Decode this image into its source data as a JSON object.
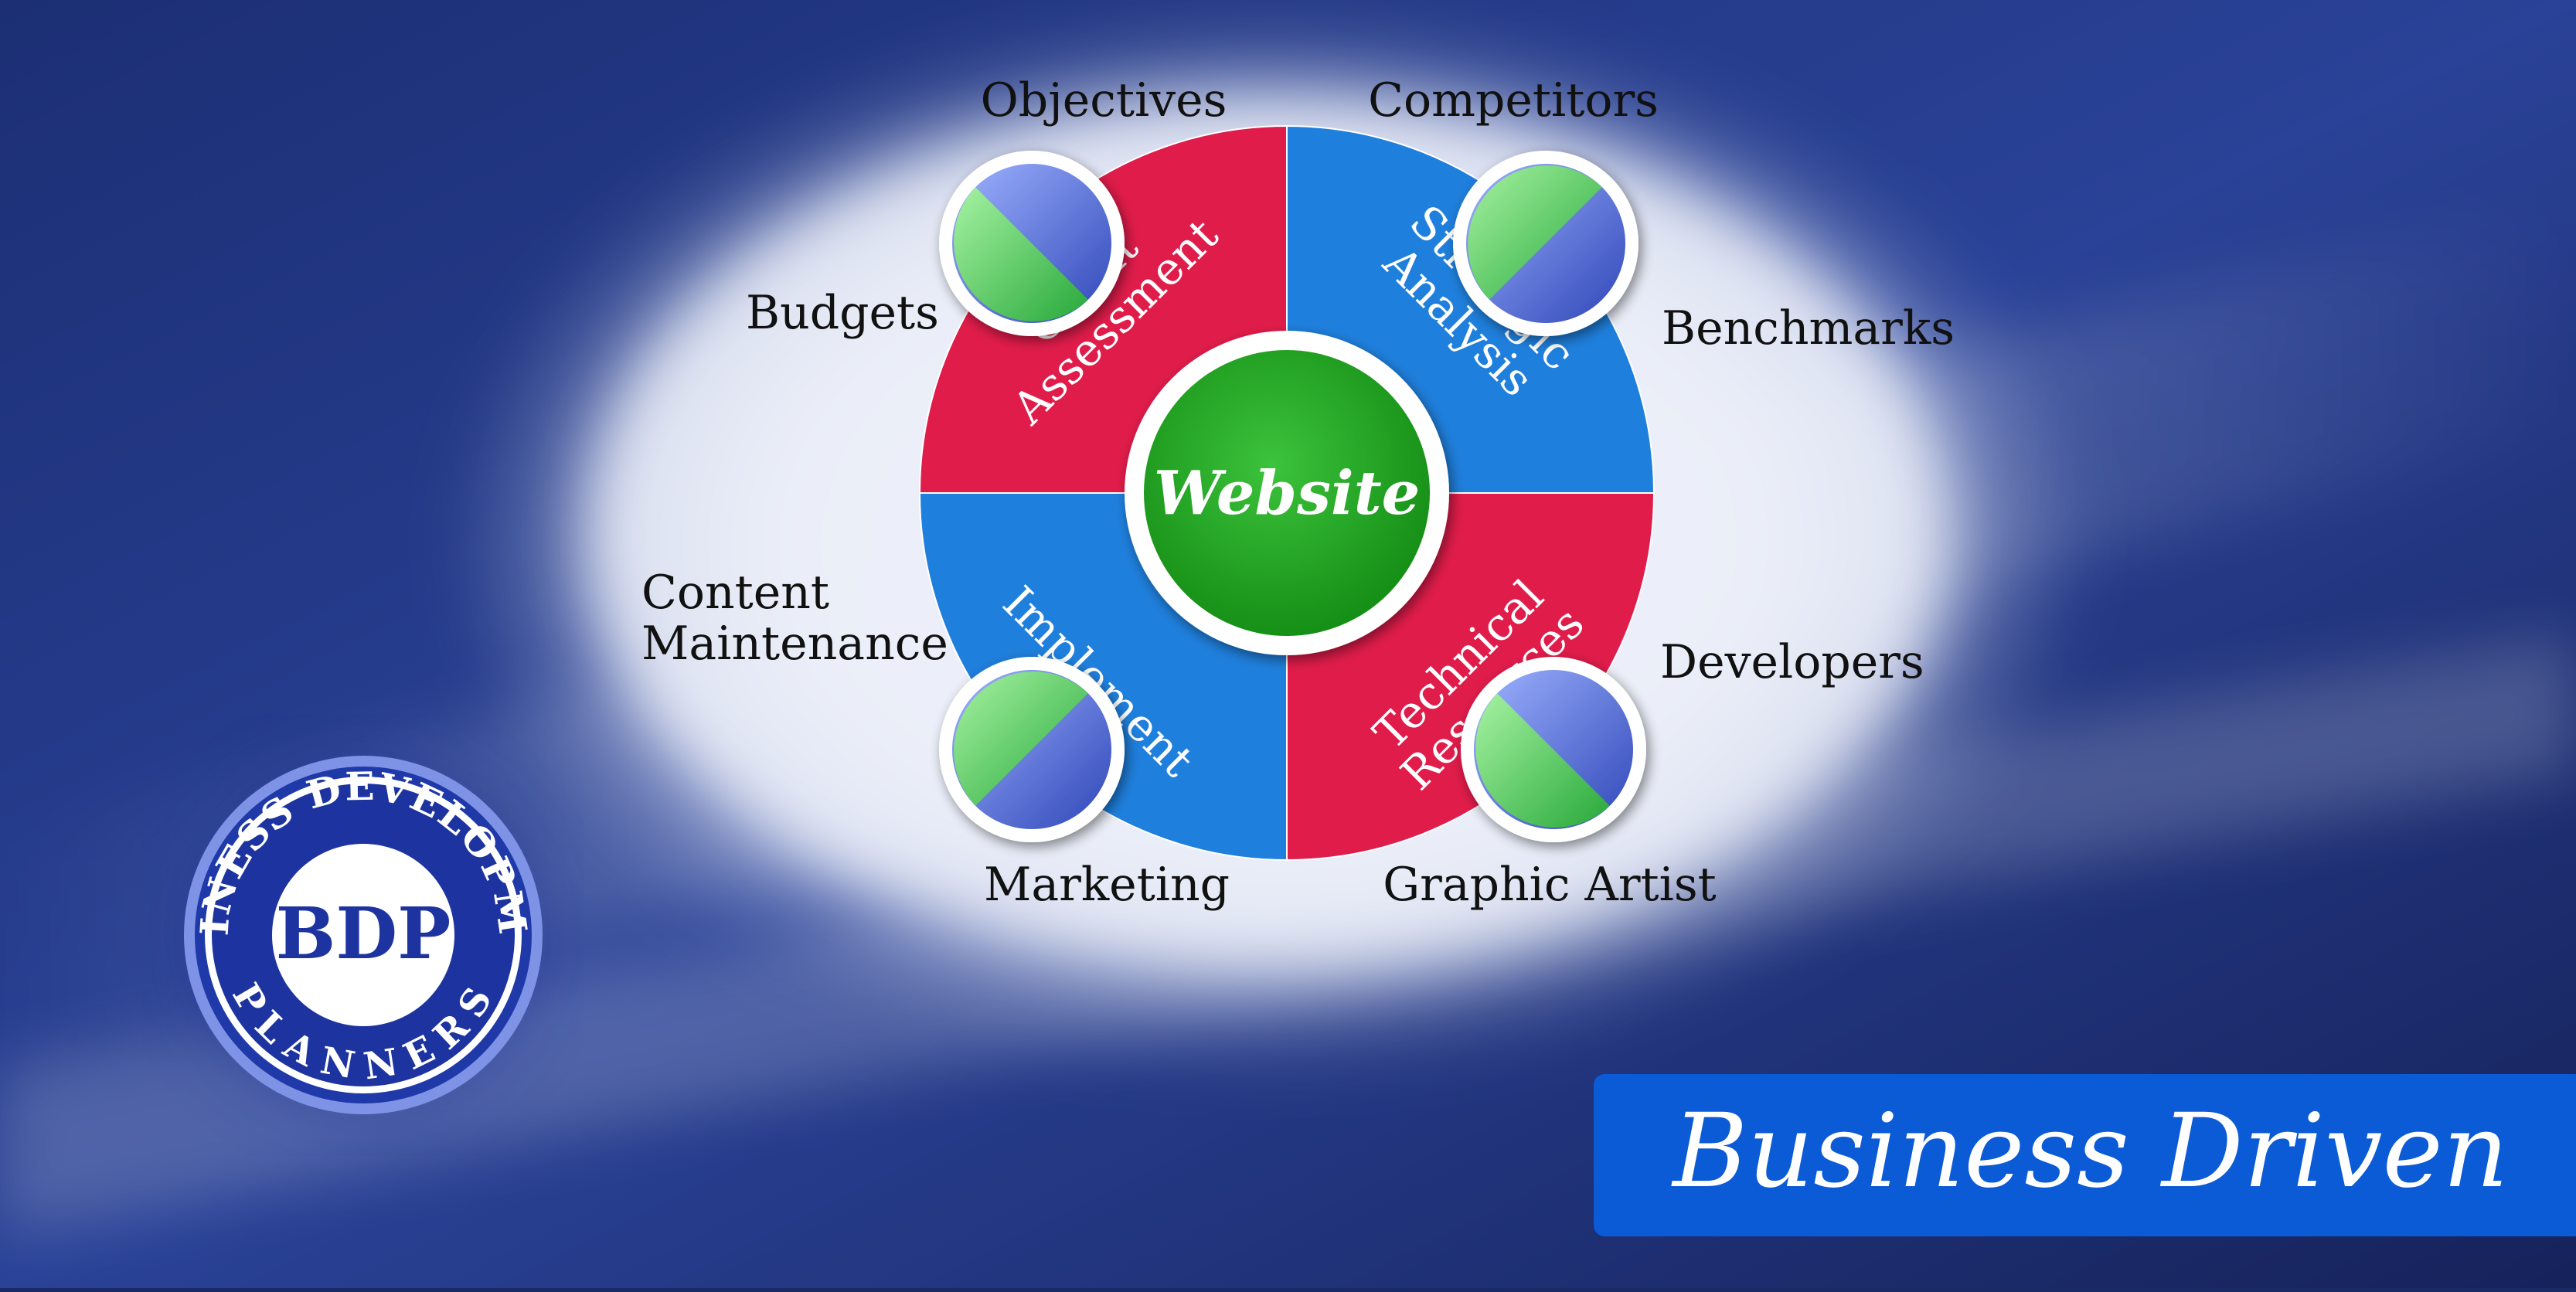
{
  "diagram": {
    "center": {
      "label": "Website",
      "color": "#1f9e1f"
    },
    "segments": [
      {
        "id": "client-assessment",
        "lines": [
          "Client",
          "Assessment"
        ],
        "color": "#e01c4a"
      },
      {
        "id": "strategic-analysis",
        "lines": [
          "Strategic",
          "Analysis"
        ],
        "color": "#1f7fdc"
      },
      {
        "id": "technical-resources",
        "lines": [
          "Technical",
          "Resources"
        ],
        "color": "#e01c4a"
      },
      {
        "id": "implement",
        "lines": [
          "Implement"
        ],
        "color": "#1f7fdc"
      }
    ],
    "outer_labels": {
      "objectives": "Objectives",
      "competitors": "Competitors",
      "budgets": "Budgets",
      "benchmarks": "Benchmarks",
      "content_line1": "Content",
      "content_line2": "Maintenance",
      "developers": "Developers",
      "marketing": "Marketing",
      "graphic_artist": "Graphic Artist"
    }
  },
  "logo": {
    "ring_text_top": "BUSINESS DEVELOPMENT",
    "ring_text_bottom": "PLANNERS",
    "monogram": "BDP"
  },
  "banner": {
    "text": "Business Driven",
    "color": "#0b5ad6"
  }
}
